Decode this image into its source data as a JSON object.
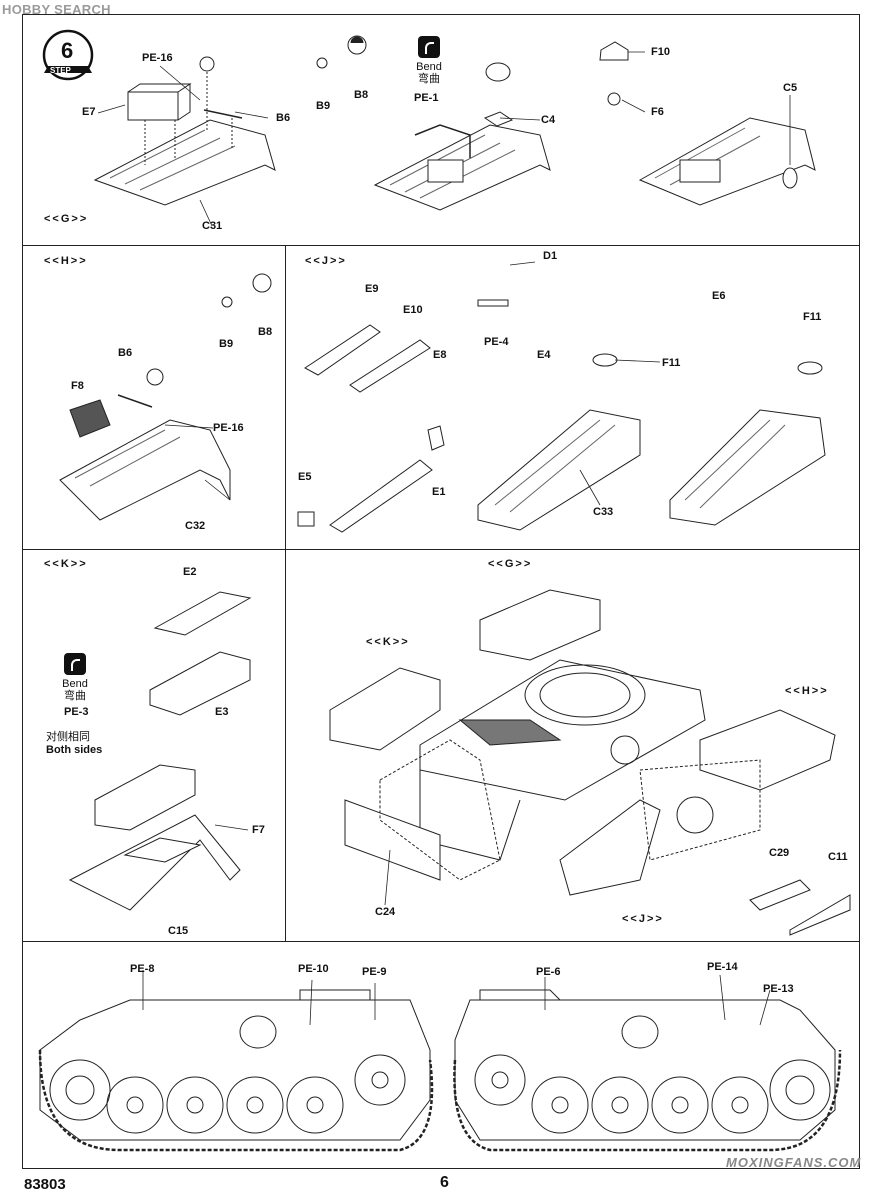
{
  "watermark_top": "HOBBY SEARCH",
  "step": {
    "number": "6",
    "word": "STEP"
  },
  "sections": {
    "G": "<<G>>",
    "H": "<<H>>",
    "J": "<<J>>",
    "K": "<<K>>",
    "G2": "<<G>>",
    "K2": "<<K>>",
    "H2": "<<H>>",
    "J2": "<<J>>"
  },
  "bend": {
    "en": "Bend",
    "cn": "弯曲"
  },
  "both_sides": {
    "cn": "对侧相同",
    "en": "Both sides"
  },
  "parts": {
    "pe16_a": "PE-16",
    "e7": "E7",
    "b6_a": "B6",
    "c31": "C31",
    "b9_a": "B9",
    "b8_a": "B8",
    "pe1": "PE-1",
    "c4": "C4",
    "f10": "F10",
    "f6": "F6",
    "c5": "C5",
    "b9_b": "B9",
    "b8_b": "B8",
    "b6_b": "B6",
    "f8": "F8",
    "pe16_b": "PE-16",
    "c32": "C32",
    "e9": "E9",
    "e10": "E10",
    "e8": "E8",
    "e5": "E5",
    "e1": "E1",
    "d1": "D1",
    "pe4": "PE-4",
    "e4": "E4",
    "f11_a": "F11",
    "c33": "C33",
    "e6": "E6",
    "f11_b": "F11",
    "e2": "E2",
    "e3": "E3",
    "pe3": "PE-3",
    "f7": "F7",
    "c15": "C15",
    "c24": "C24",
    "c29": "C29",
    "c11": "C11",
    "pe8": "PE-8",
    "pe10": "PE-10",
    "pe9": "PE-9",
    "pe6": "PE-6",
    "pe14": "PE-14",
    "pe13": "PE-13"
  },
  "footer": {
    "code": "83803",
    "page": "6",
    "watermark": "MOXINGFANS.COM"
  }
}
